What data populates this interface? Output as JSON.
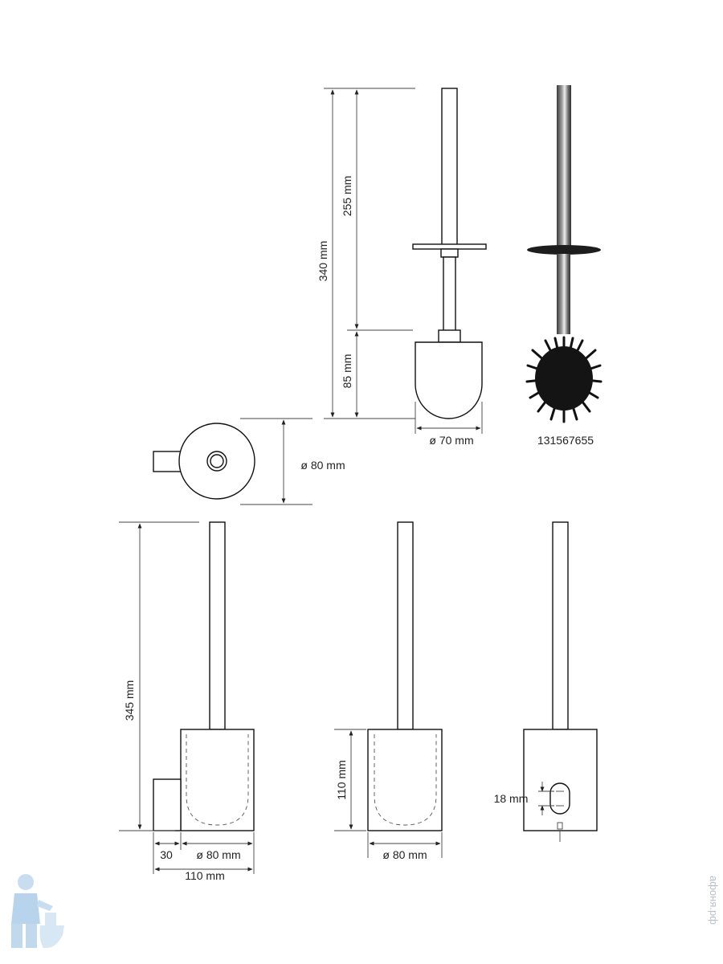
{
  "dimensions": {
    "overall_height_top": "340 mm",
    "handle_length": "255 mm",
    "brush_height": "85 mm",
    "brush_diameter": "ø 70 mm",
    "top_view_diameter": "ø 80 mm",
    "side_height": "345 mm",
    "bracket_depth": "30",
    "side_holder_diameter": "ø 80 mm",
    "overall_depth": "110 mm",
    "front_holder_height": "110 mm",
    "front_holder_diameter": "ø 80 mm",
    "mount_slot": "18 mm"
  },
  "product_code": "131567655",
  "watermark": "афоня.рф",
  "logo": {
    "name": "plumber-mascot-logo"
  }
}
